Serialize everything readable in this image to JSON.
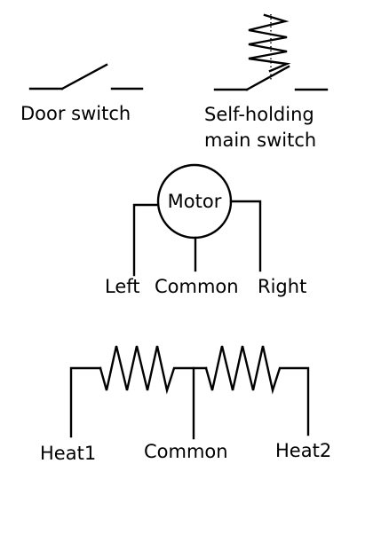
{
  "door_switch": {
    "label": "Door switch"
  },
  "main_switch": {
    "label_line1": "Self-holding",
    "label_line2": "main switch"
  },
  "motor": {
    "label": "Motor",
    "left": "Left",
    "common": "Common",
    "right": "Right"
  },
  "heater": {
    "heat1": "Heat1",
    "common": "Common",
    "heat2": "Heat2"
  }
}
